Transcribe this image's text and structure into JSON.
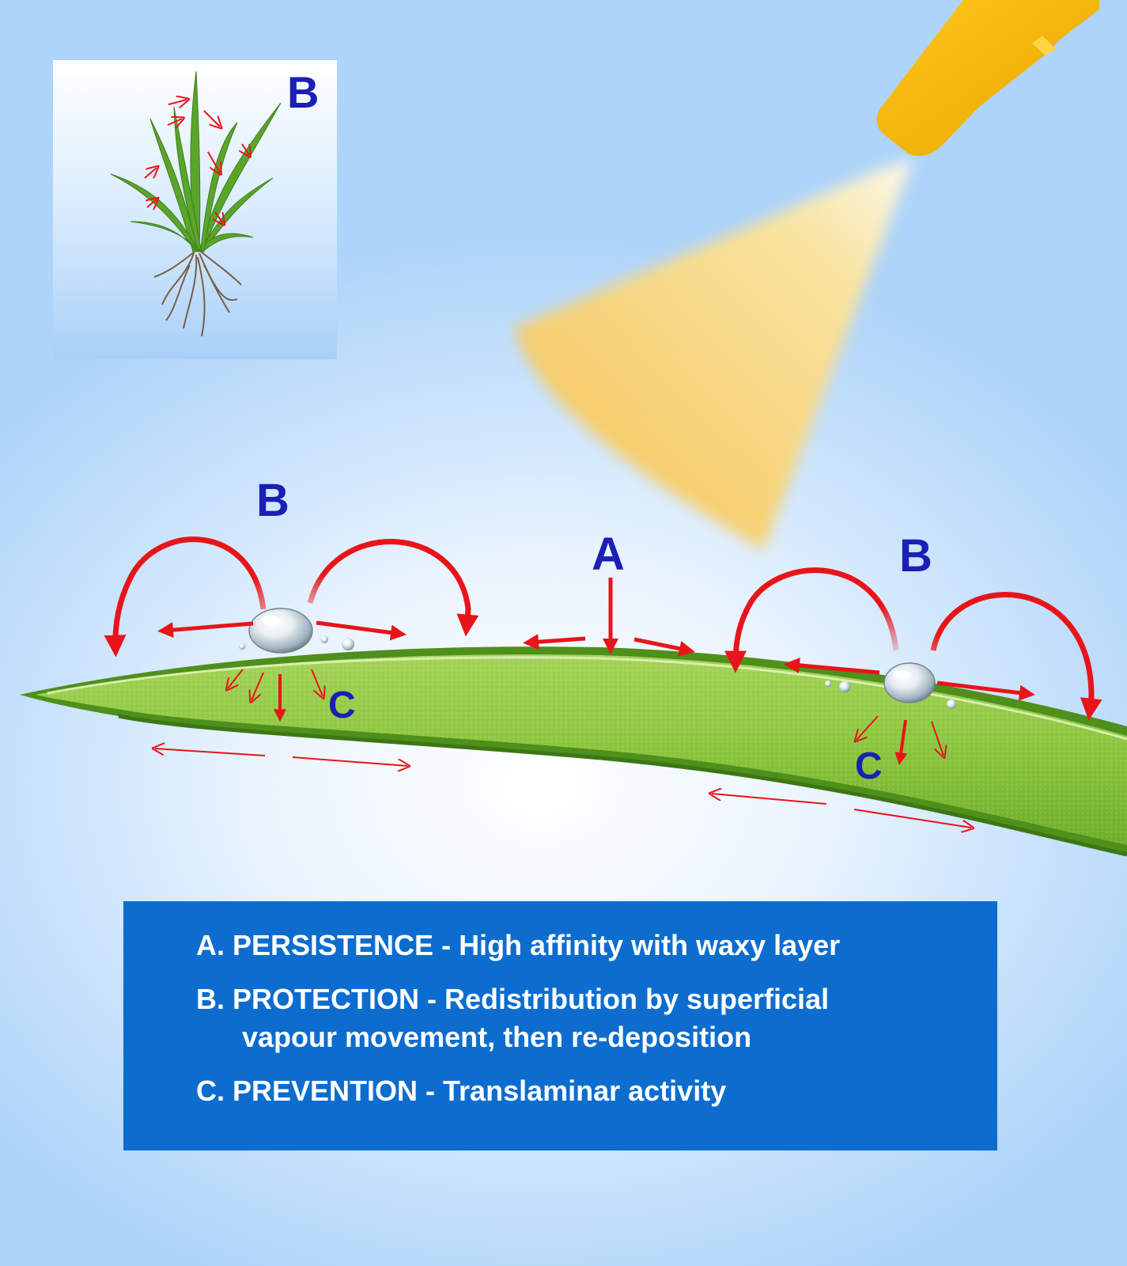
{
  "inset": {
    "label": "B"
  },
  "diagram": {
    "label_a": "A",
    "label_b_left": "B",
    "label_b_right": "B",
    "label_c_left": "C",
    "label_c_right": "C"
  },
  "legend": {
    "a_title": "A. PERSISTENCE",
    "a_sep": " - ",
    "a_desc": "High affinity with waxy layer",
    "b_title": "B. PROTECTION",
    "b_sep": " - ",
    "b_desc_line1": "Redistribution by superficial",
    "b_desc_line2": "vapour movement, then re-deposition",
    "c_title": "C. PREVENTION",
    "c_sep": " - ",
    "c_desc": "Translaminar activity"
  },
  "colors": {
    "label_blue": "#1a1fb5",
    "arrow_red": "#e8141a",
    "legend_bg": "#0d6dcf",
    "leaf_green": "#8cc63f",
    "sprayer_yellow": "#f5b800"
  },
  "icons": [
    "sprayer-nozzle-icon",
    "spray-cone-icon",
    "grass-plant-icon",
    "water-droplet-icon",
    "arrow-icon"
  ]
}
